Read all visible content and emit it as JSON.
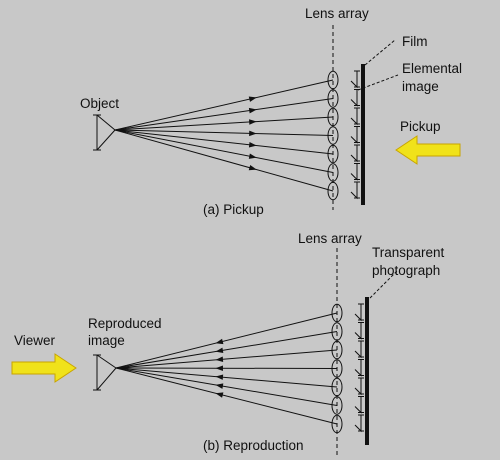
{
  "colors": {
    "background": "#c8c8c8",
    "ink": "#111111",
    "arrow_fill": "#f0e21a",
    "arrow_stroke": "#c9a400"
  },
  "pickup": {
    "lens_array_label": "Lens array",
    "film_label": "Film",
    "elemental_label_line1": "Elemental",
    "elemental_label_line2": "image",
    "object_label": "Object",
    "direction_label": "Pickup",
    "caption": "(a) Pickup"
  },
  "reproduction": {
    "lens_array_label": "Lens array",
    "transparent_label_line1": "Transparent",
    "transparent_label_line2": "photograph",
    "viewer_label": "Viewer",
    "reproduced_label_line1": "Reproduced",
    "reproduced_label_line2": "image",
    "caption": "(b) Reproduction"
  },
  "icons": {
    "pickup_arrow": "left-arrow-icon",
    "viewer_arrow": "right-arrow-icon"
  }
}
